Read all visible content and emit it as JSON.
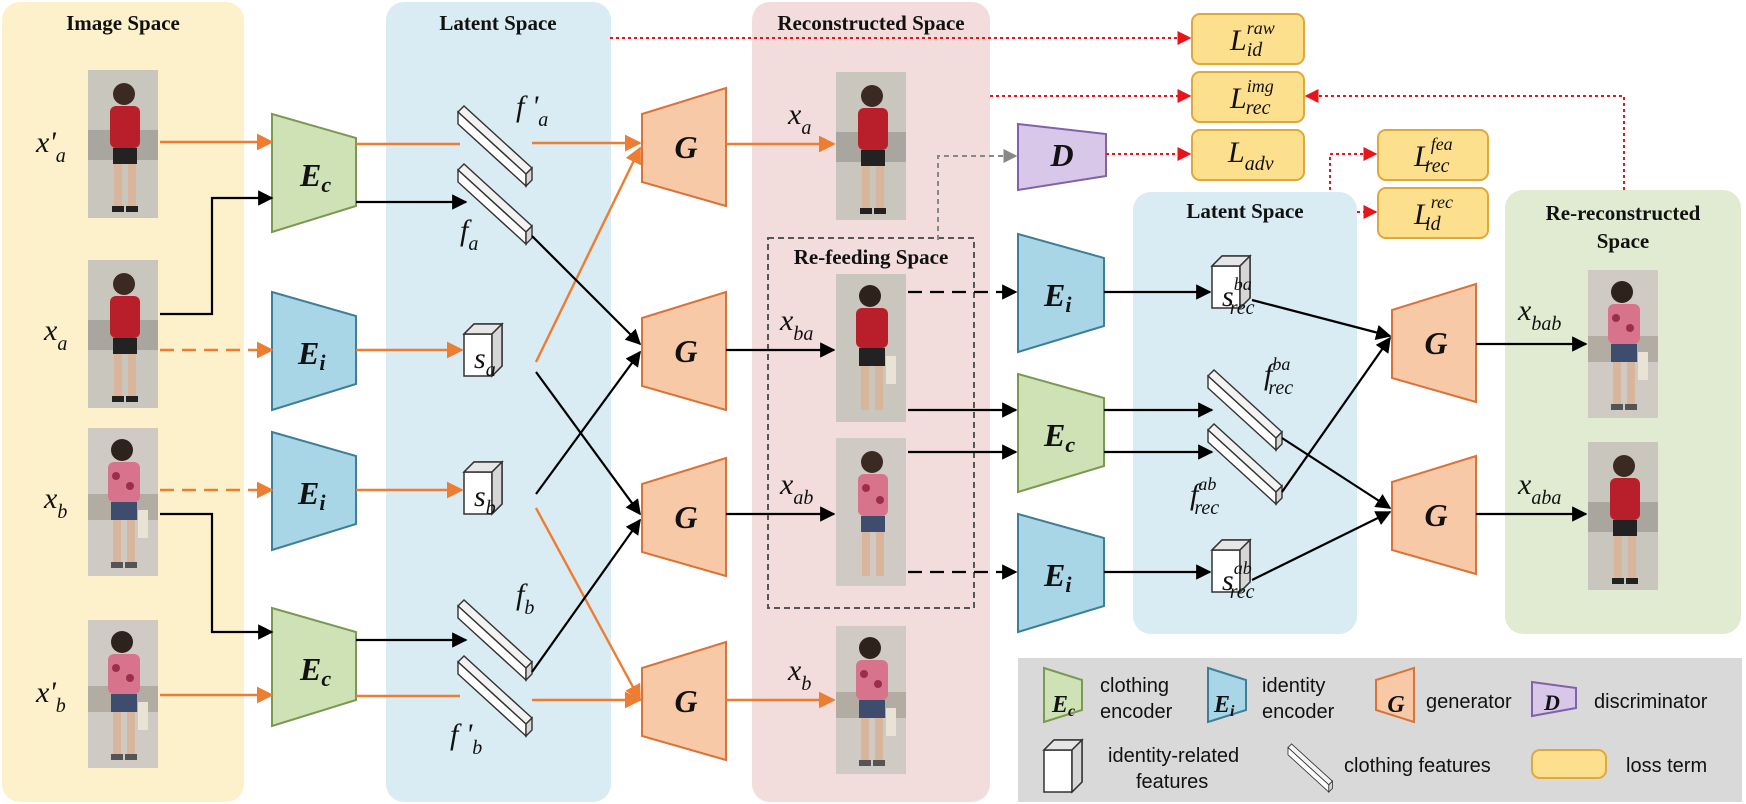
{
  "panels": {
    "image_space": "Image Space",
    "latent_space_1": "Latent Space",
    "reconstructed_space": "Reconstructed Space",
    "refeeding_space": "Re-feeding Space",
    "latent_space_2": "Latent Space",
    "rereconstructed_space_line1": "Re-reconstructed",
    "rereconstructed_space_line2": "Space"
  },
  "inputs": [
    {
      "base": "x",
      "prime": "'",
      "sub": "a"
    },
    {
      "base": "x",
      "prime": "",
      "sub": "a"
    },
    {
      "base": "x",
      "prime": "",
      "sub": "b"
    },
    {
      "base": "x",
      "prime": "'",
      "sub": "b"
    }
  ],
  "modules": {
    "clothing_encoder": {
      "letter": "E",
      "sub": "c"
    },
    "identity_encoder": {
      "letter": "E",
      "sub": "i"
    },
    "generator": {
      "letter": "G"
    },
    "discriminator": {
      "letter": "D"
    }
  },
  "latent_labels": {
    "f_prime_a": {
      "base": "f",
      "prime": " '",
      "sub": "a"
    },
    "f_a": {
      "base": "f",
      "sub": "a"
    },
    "s_a": {
      "base": "s",
      "sub": "a"
    },
    "s_b": {
      "base": "s",
      "sub": "b"
    },
    "f_b": {
      "base": "f",
      "sub": "b"
    },
    "f_prime_b": {
      "base": "f",
      "prime": " '",
      "sub": "b"
    }
  },
  "reconstructed_labels": {
    "x_a": {
      "base": "x",
      "sub": "a"
    },
    "x_ba": {
      "base": "x",
      "sub": "ba"
    },
    "x_ab": {
      "base": "x",
      "sub": "ab"
    },
    "x_b": {
      "base": "x",
      "sub": "b"
    }
  },
  "latent2_labels": {
    "s_rec_ba": {
      "base": "s",
      "sup": "ba",
      "sub": "rec"
    },
    "f_rec_ba": {
      "base": "f",
      "sup": "ba",
      "sub": "rec"
    },
    "f_rec_ab": {
      "base": "f",
      "sup": "ab",
      "sub": "rec"
    },
    "s_rec_ab": {
      "base": "s",
      "sup": "ab",
      "sub": "rec"
    }
  },
  "rereconstructed_labels": {
    "x_bab": {
      "base": "x",
      "sub": "bab"
    },
    "x_aba": {
      "base": "x",
      "sub": "aba"
    }
  },
  "losses": [
    {
      "base": "L",
      "sup": "raw",
      "sub": "id"
    },
    {
      "base": "L",
      "sup": "img",
      "sub": "rec"
    },
    {
      "base": "L",
      "sup": "",
      "sub": "adv"
    },
    {
      "base": "L",
      "sup": "fea",
      "sub": "rec"
    },
    {
      "base": "L",
      "sup": "rec",
      "sub": "id"
    }
  ],
  "legend": {
    "clothing_line1": "clothing",
    "clothing_line2": "encoder",
    "identity_line1": "identity",
    "identity_line2": "encoder",
    "generator": "generator",
    "discriminator": "discriminator",
    "identity_features_line1": "identity-related",
    "identity_features_line2": "features",
    "clothing_features": "clothing features",
    "loss_term": "loss term"
  },
  "colors": {
    "image_space_bg": "#fdf1cc",
    "latent_bg": "#d9ebf3",
    "reconstructed_bg": "#f3dcdc",
    "rereconstructed_bg": "#e1ebd2",
    "clothing_encoder": "#cfe2b6",
    "identity_encoder": "#a9d6e6",
    "generator": "#f8c9a6",
    "discriminator": "#d8c7e9",
    "loss_fill": "#fde08e",
    "orange_arrow": "#ed7d31",
    "red_dotted": "#e8141b",
    "legend_bg": "#d9d9d9"
  }
}
